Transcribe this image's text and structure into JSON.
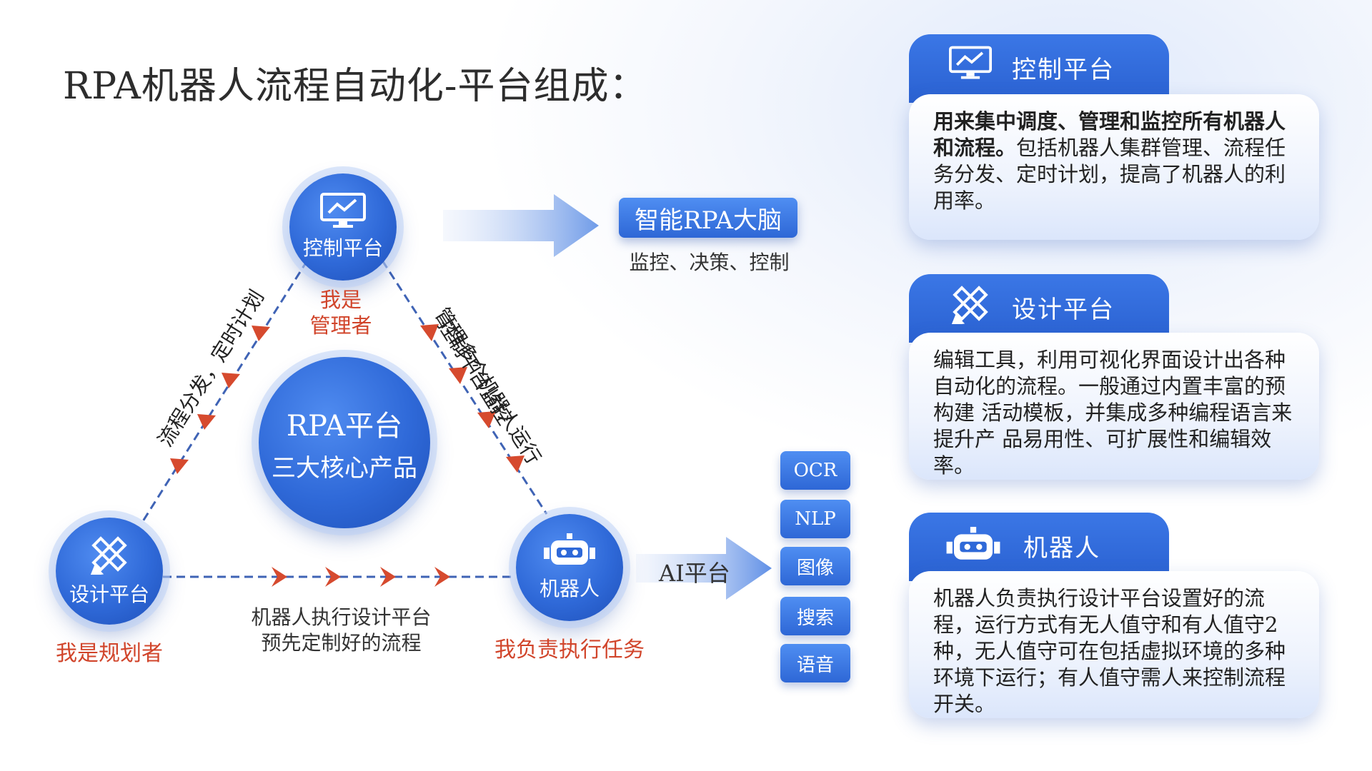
{
  "title": "RPA机器人流程自动化-平台组成：",
  "nodes": {
    "control": {
      "label": "控制平台",
      "role_line1": "我是",
      "role_line2": "管理者"
    },
    "design": {
      "label": "设计平台",
      "role": "我是规划者"
    },
    "robot": {
      "label": "机器人",
      "role": "我负责执行任务"
    },
    "center": {
      "line1": "RPA平台",
      "line2": "三大核心产品"
    }
  },
  "edges": {
    "left": "流程分发，定时计划",
    "right_line1": "控制平台监控",
    "right_line2": "管理多个机器人运行",
    "bottom_line1": "机器人执行设计平台",
    "bottom_line2": "预先定制好的流程"
  },
  "brain": {
    "label": "智能RPA大脑",
    "caption": "监控、决策、控制"
  },
  "ai_platform": {
    "label": "AI平台",
    "items": [
      "OCR",
      "NLP",
      "图像",
      "搜索",
      "语音"
    ]
  },
  "cards": [
    {
      "title": "控制平台",
      "bold_text": "用来集中调度、管理和监控所有机器人和流程。",
      "text": "包括机器人集群管理、流程任务分发、定时计划，提高了机器人的利用率。"
    },
    {
      "title": "设计平台",
      "bold_text": "",
      "text": "编辑工具，利用可视化界面设计出各种自动化的流程。一般通过内置丰富的预构建 活动模板，并集成多种编程语言来提升产 品易用性、可扩展性和编辑效率。"
    },
    {
      "title": "机器人",
      "bold_text": "",
      "text": "机器人负责执行设计平台设置好的流程，运行方式有无人值守和有人值守2种，无人值守可在包括虚拟环境的多种环境下运行；有人值守需人来控制流程开关。"
    }
  ],
  "colors": {
    "accent": "#2e67d6",
    "role_red": "#d1452b",
    "arrow_red": "#d64a2e",
    "dash": "#3f63b5"
  }
}
